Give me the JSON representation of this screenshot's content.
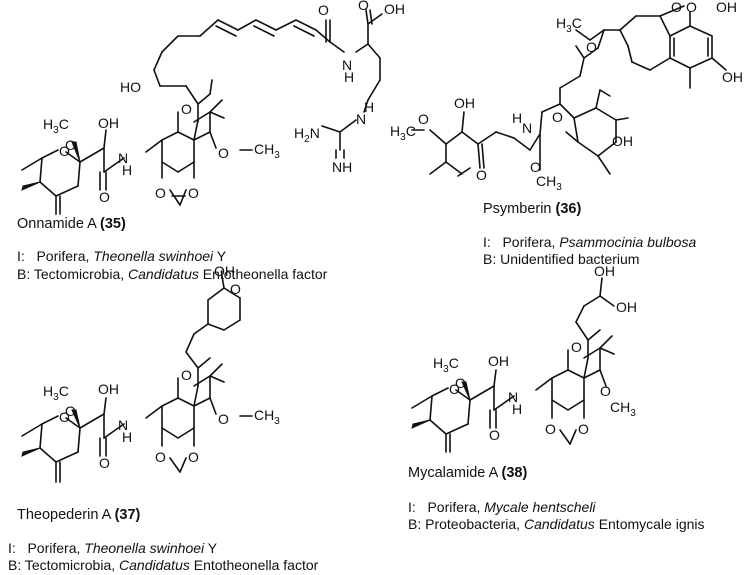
{
  "compounds": [
    {
      "name": "Onnamide A",
      "number": "(35)",
      "host_prefix": "I:",
      "host_phylum": "Porifera,",
      "host_species": "Theonella swinhoei",
      "host_suffix": "Y",
      "symbiont_prefix": "B:",
      "symbiont_phylum": "Tectomicrobia,",
      "symbiont_genus": "Candidatus",
      "symbiont_species": "Entotheonella factor"
    },
    {
      "name": "Psymberin",
      "number": "(36)",
      "host_prefix": "I:",
      "host_phylum": "Porifera,",
      "host_species": "Psammocinia bulbosa",
      "symbiont_prefix": "B:",
      "symbiont_text": "Unidentified bacterium"
    },
    {
      "name": "Theopederin A",
      "number": "(37)",
      "host_prefix": "I:",
      "host_phylum": "Porifera,",
      "host_species": "Theonella swinhoei",
      "host_suffix": "Y",
      "symbiont_prefix": "B:",
      "symbiont_phylum": "Tectomicrobia,",
      "symbiont_genus": "Candidatus",
      "symbiont_species": "Entotheonella factor"
    },
    {
      "name": "Mycalamide A",
      "number": "(38)",
      "host_prefix": "I:",
      "host_phylum": "Porifera,",
      "host_species": "Mycale hentscheli",
      "symbiont_prefix": "B:",
      "symbiont_phylum": "Proteobacteria,",
      "symbiont_genus": "Candidatus",
      "symbiont_species": "Entomycale ignis"
    }
  ],
  "atom_labels": {
    "oh": "OH",
    "ho": "HO",
    "o": "O",
    "n": "N",
    "h": "H",
    "nh": "NH",
    "h2n": "H",
    "h3c": "H",
    "c": "C",
    "ch": "CH",
    "sub2": "2",
    "sub3": "3"
  }
}
